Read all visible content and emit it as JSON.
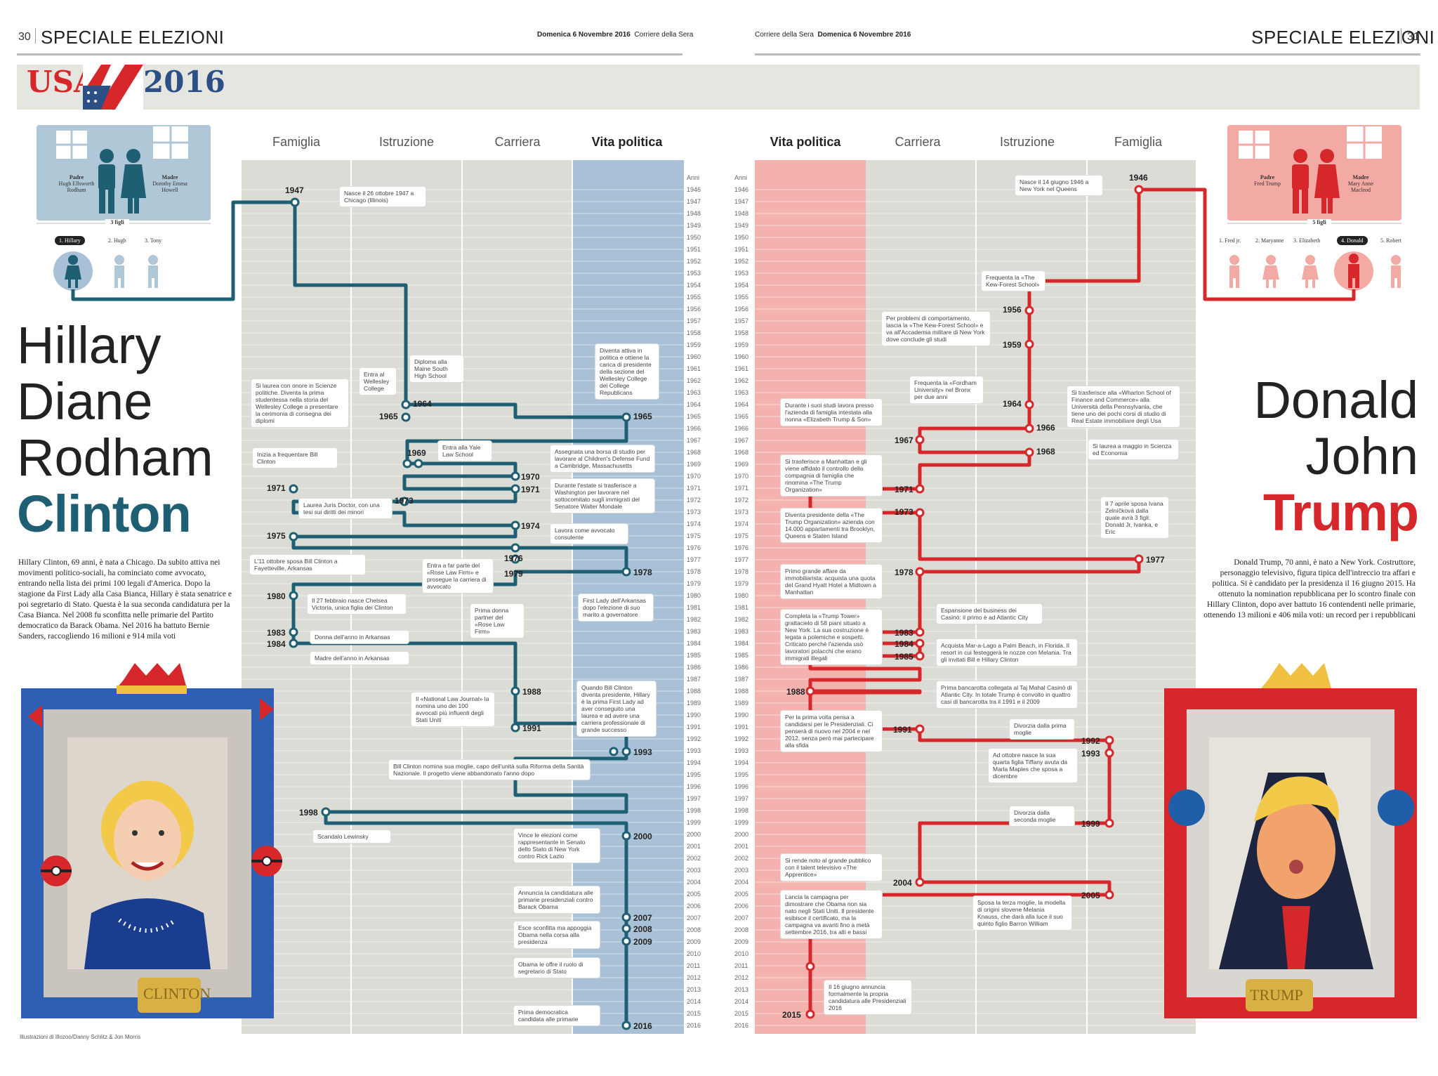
{
  "header": {
    "left_page_num": "30",
    "left_section": "SPECIALE ELEZIONI",
    "left_date_bold": "Domenica 6 Novembre 2016",
    "left_paper": "Corriere della Sera",
    "right_paper": "Corriere della Sera",
    "right_date_bold": "Domenica 6 Novembre 2016",
    "right_section": "SPECIALE ELEZIONI",
    "right_page_num": "31",
    "logo_usa": "USA",
    "logo_year": "2016"
  },
  "colors": {
    "clinton": "#1f5f73",
    "trump": "#d6282b",
    "blue_band": "#a9c1d6",
    "red_band": "#f3b2ae",
    "grey": "#dcdcd6"
  },
  "clinton": {
    "name_lines": [
      "Hillary",
      "Diane",
      "Rodham"
    ],
    "surname": "Clinton",
    "father_label": "Padre",
    "father_name": "Hugh Ellsworth Rodham",
    "mother_label": "Madre",
    "mother_name": "Dorothy Emma Howell",
    "children_count": "3 figli",
    "kids": [
      "1. Hillary",
      "2. Hugh",
      "3. Tony"
    ],
    "bio": "Hillary Clinton, 69 anni, è nata a Chicago. Da subito attiva nei movimenti politico-sociali, ha cominciato come avvocato, entrando nella lista dei primi 100 legali d'America. Dopo la stagione da First Lady alla Casa Bianca, Hillary è stata senatrice e poi segretario di Stato. Questa è la sua seconda candidatura per la Casa Bianca. Nel 2008 fu sconfitta nelle primarie del Partito democratico da Barack Obama. Nel 2016 ha battuto Bernie Sanders, raccogliendo 16 milioni e 914 mila voti",
    "frame_plate": "CLINTON",
    "columns": [
      "Famiglia",
      "Istruzione",
      "Carriera",
      "Vita politica"
    ],
    "notes": [
      "Nasce il 26 ottobre 1947 a Chicago (Illinois)",
      "Diploma alla Maine South High School",
      "Entra al Wellesley College",
      "Si laurea con onore in Scienze politiche. Diventa la prima studentessa nella storia del Wellesley College a presentare la cerimonia di consegna dei diplomi",
      "Diventa attiva in politica e ottiene la carica di presidente della sezione del Wellesley College dei College Republicans",
      "Inizia a frequentare Bill Clinton",
      "Entra alla Yale Law School",
      "Assegnata una borsa di studio per lavorare al Children's Defense Fund a Cambridge, Massachusetts",
      "Durante l'estate si trasferisce a Washington per lavorare nel sottocomitato sugli immigrati del Senatore Walter Mondale",
      "Laurea Juris Doctor, con una tesi sui diritti dei minori",
      "Lavora come avvocato consulente",
      "L'11 ottobre sposa Bill Clinton a Fayetteville, Arkansas",
      "Entra a far parte del «Rose Law Firm» e prosegue la carriera di avvocato",
      "Il 27 febbraio nasce Chelsea Victoria, unica figlia dei Clinton",
      "Prima donna partner del «Rose Law Firm»",
      "First Lady dell'Arkansas dopo l'elezione di suo marito a governatore",
      "Donna dell'anno in Arkansas",
      "Madre dell'anno in Arkansas",
      "Il «National Law Journal» la nomina uno dei 100 avvocati più influenti degli Stati Uniti",
      "Quando Bill Clinton diventa presidente, Hillary è la prima First Lady ad aver conseguito una laurea e ad avere una carriera professionale di grande successo",
      "Bill Clinton nomina sua moglie, capo dell'unità sulla Riforma della Sanità Nazionale. Il progetto viene abbandonato l'anno dopo",
      "Scandalo Lewinsky",
      "Vince le elezioni come rappresentante in Senato dello Stato di New York contro Rick Lazio",
      "Annuncia la candidatura alle primarie presidenziali contro Barack Obama",
      "Esce sconfitta ma appoggia Obama nella corsa alla presidenza",
      "Obama le offre il ruolo di segretario di Stato",
      "Prima democratica candidata alle primarie"
    ],
    "years": [
      "1947",
      "1964",
      "1965",
      "1965",
      "1969",
      "1970",
      "1971",
      "1971",
      "1973",
      "1974",
      "1975",
      "1976",
      "1978",
      "1979",
      "1980",
      "1983",
      "1984",
      "1988",
      "1991",
      "1993",
      "1998",
      "2000",
      "2007",
      "2008",
      "2009",
      "2016"
    ]
  },
  "trump": {
    "name_lines": [
      "Donald",
      "John"
    ],
    "surname": "Trump",
    "father_label": "Padre",
    "father_name": "Fred Trump",
    "mother_label": "Madre",
    "mother_name": "Mary Anne Macleod",
    "children_count": "5 figli",
    "kids": [
      "1. Fred jr.",
      "2. Maryanne",
      "3. Elizabeth",
      "4. Donald",
      "5. Robert"
    ],
    "bio": "Donald Trump, 70 anni, è nato a New York. Costruttore, personaggio televisivo, figura tipica dell'intreccio tra affari e politica. Si è candidato per la presidenza il 16 giugno 2015. Ha ottenuto la nomination repubblicana per lo scontro finale con Hillary Clinton, dopo aver battuto 16 contendenti nelle primarie, ottenendo 13 milioni e 406 mila voti: un record per i repubblicani",
    "frame_plate": "TRUMP",
    "columns": [
      "Vita politica",
      "Carriera",
      "Istruzione",
      "Famiglia"
    ],
    "notes": [
      "Nasce il 14 giugno 1946 a New York nel Queens",
      "Frequenta la «The Kew-Forest School»",
      "Per problemi di comportamento, lascia la «The Kew-Forest School» e va all'Accademia militare di New York dove conclude gli studi",
      "Frequenta la «Fordham University» nel Bronx per due anni",
      "Si trasferisce alla «Wharton School of Finance and Commerce» alla Università della Pennsylvania, che tiene uno dei pochi corsi di studio di Real Estate immobiliare degli Usa",
      "Durante i suoi studi lavora presso l'azienda di famiglia intestata alla nonna «Elizabeth Trump & Son»",
      "Si laurea a maggio in Scienza ed Economia",
      "Si trasferisce a Manhattan e gli viene affidato il controllo della compagnia di famiglia che rinomina «The Trump Organization»",
      "Il 7 aprile sposa Ivana Zelníčková dalla quale avrà 3 figli: Donald Jr, Ivanka, e Eric",
      "Diventa presidente della «The Trump Organization» azienda con 14.000 appartamenti tra Brooklyn, Queens e Staten Island",
      "Primo grande affare da immobiliarista: acquista una quota del Grand Hyatt Hotel a Midtown a Manhattan",
      "Espansione del business dei Casinò: il primo è ad Atlantic City",
      "Completa la «Trump Tower» grattacielo di 58 piani situato a New York. La sua costruzione è legata a polemiche e sospetti. Criticato perché l'azienda usò lavoratori polacchi che erano immigrati illegali",
      "Acquista Mar-a-Lago a Palm Beach, in Florida. Il resort in cui festeggerà le nozze con Melania. Tra gli invitati Bill e Hillary Clinton",
      "Prima bancarotta collegata al Taj Mahal Casinò di Atlantic City. In totale Trump è convolto in quattro casi di bancarotta tra il 1991 e il 2009",
      "Per la prima volta pensa a candidarsi per le Presidenziali. Ci penserà di nuovo nel 2004 e nel 2012, senza però mai partecipare alla sfida",
      "Divorzia dalla prima moglie",
      "Ad ottobre nasce la sua quarta figlia Tiffany avuta da Marla Maples che sposa a dicembre",
      "Divorzia dalla seconda moglie",
      "Si rende noto al grande pubblico con il talent televisivo «The Apprentice»",
      "Sposa la terza moglie, la modella di origini slovene Melania Knauss, che darà alla luce il suo quinto figlio Barron William",
      "Lancia la campagna per dimostrare che Obama non sia nato negli Stati Uniti. Il presidente esibisce il certificato, ma la campagna va avanti fino a metà settembre 2016, tra alti e bassi",
      "Il 16 giugno annuncia formalmente la propria candidatura alle Presidenziali 2016"
    ],
    "years": [
      "1946",
      "1956",
      "1959",
      "1964",
      "1966",
      "1967",
      "1968",
      "1971",
      "1973",
      "1977",
      "1978",
      "1983",
      "1984",
      "1985",
      "1988",
      "1991",
      "1992",
      "1993",
      "1999",
      "2004",
      "2005",
      "2015"
    ]
  },
  "timeline": {
    "anni_label": "Anni",
    "years": [
      "1946",
      "1947",
      "1948",
      "1949",
      "1950",
      "1951",
      "1952",
      "1953",
      "1954",
      "1955",
      "1956",
      "1957",
      "1958",
      "1959",
      "1960",
      "1961",
      "1962",
      "1963",
      "1964",
      "1965",
      "1966",
      "1967",
      "1968",
      "1969",
      "1970",
      "1971",
      "1972",
      "1973",
      "1974",
      "1975",
      "1976",
      "1977",
      "1978",
      "1979",
      "1980",
      "1981",
      "1982",
      "1983",
      "1984",
      "1985",
      "1986",
      "1987",
      "1988",
      "1989",
      "1990",
      "1991",
      "1992",
      "1993",
      "1994",
      "1995",
      "1996",
      "1997",
      "1998",
      "1999",
      "2000",
      "2001",
      "2002",
      "2003",
      "2004",
      "2005",
      "2006",
      "2007",
      "2008",
      "2009",
      "2010",
      "2011",
      "2012",
      "2013",
      "2014",
      "2015",
      "2016"
    ]
  },
  "credit": "Illustrazioni di Illozoo/Danny Schlitz & Jon Morris"
}
